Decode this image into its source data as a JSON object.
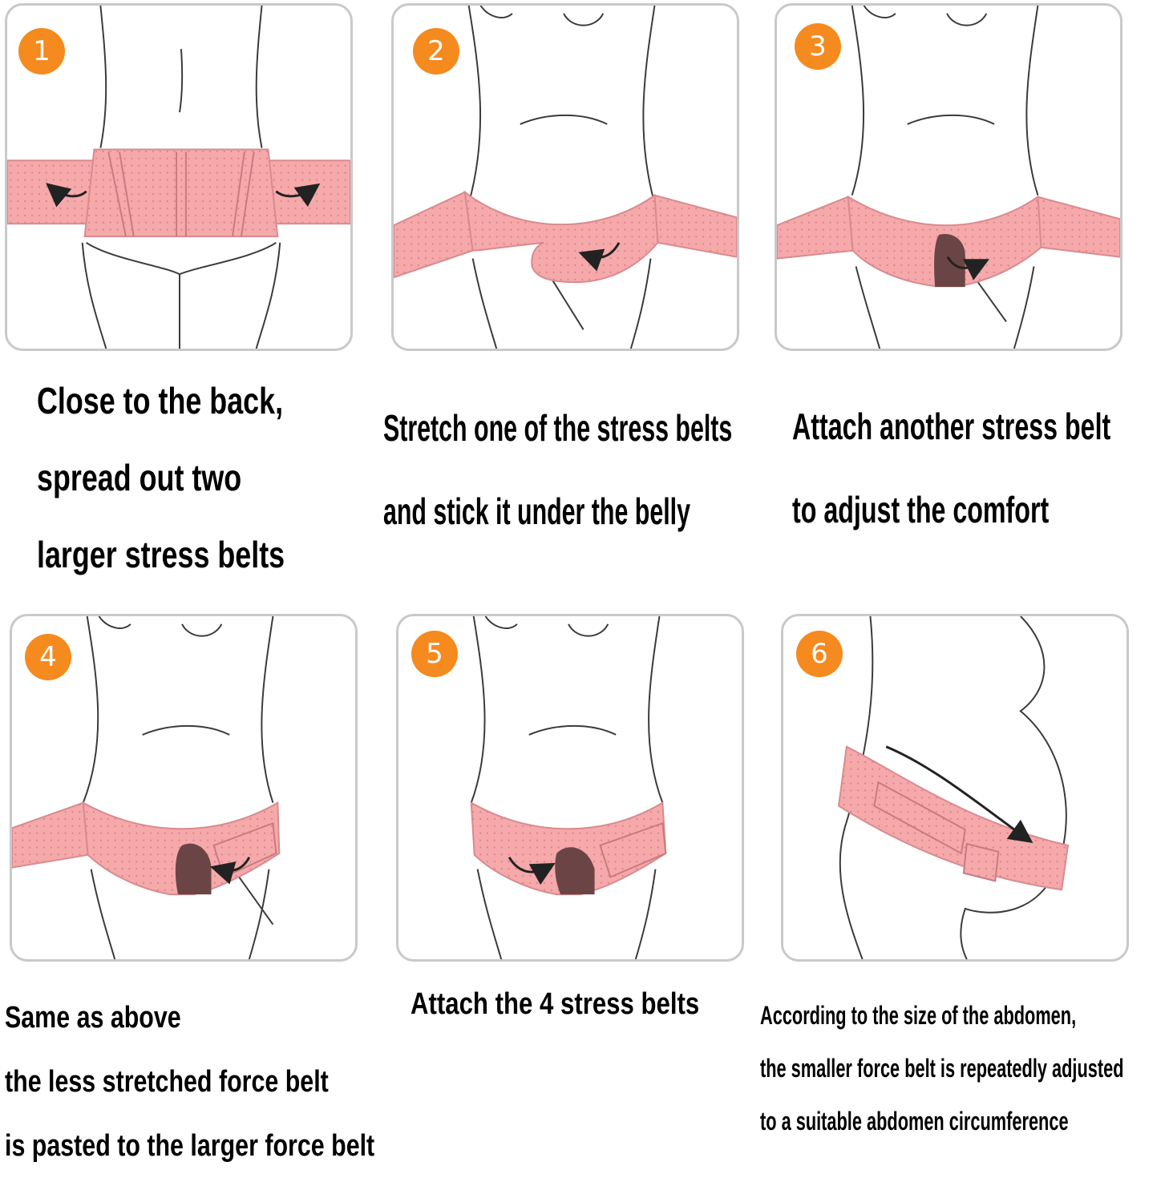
{
  "steps": [
    {
      "number": "1",
      "lines": [
        "Close to the back,",
        "spread out two",
        "larger stress belts"
      ]
    },
    {
      "number": "2",
      "lines": [
        "Stretch one of the stress belts",
        "and stick it under the belly"
      ]
    },
    {
      "number": "3",
      "lines": [
        "Attach another stress belt",
        "to adjust the comfort"
      ]
    },
    {
      "number": "4",
      "lines": [
        "Same as above",
        "the less stretched force belt",
        "is pasted to the larger force belt"
      ]
    },
    {
      "number": "5",
      "lines": [
        "Attach the 4 stress belts"
      ]
    },
    {
      "number": "6",
      "lines": [
        "According to the size of the abdomen,",
        "the smaller force belt is repeatedly adjusted",
        "to a suitable abdomen circumference"
      ]
    }
  ],
  "colors": {
    "badge": "#f58a1f",
    "belt": "#f5a9a9",
    "patch": "#6b4545",
    "line": "#3a3a3a"
  }
}
